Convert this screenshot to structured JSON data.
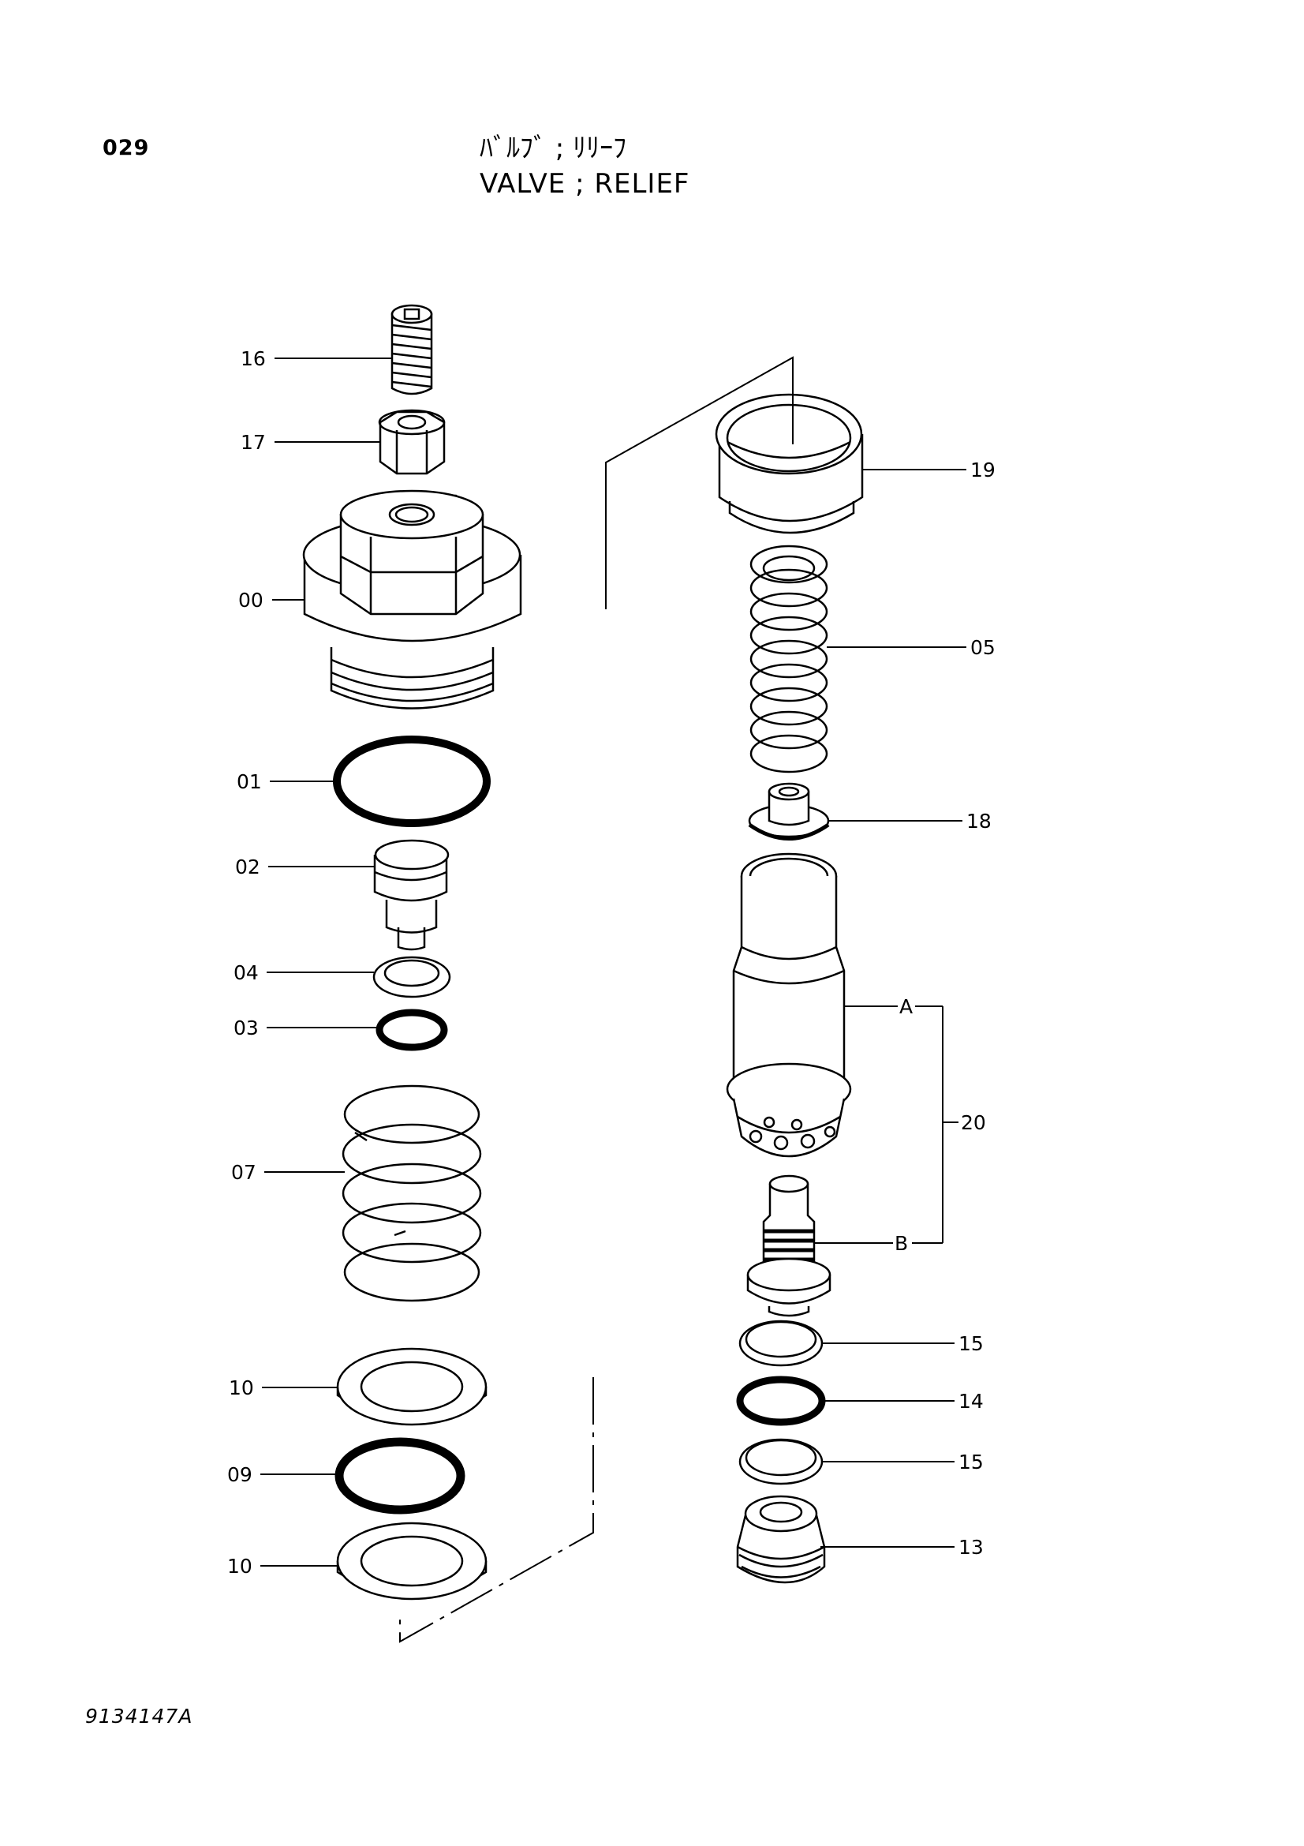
{
  "header": {
    "page_number": "029",
    "title_jp": "ﾊﾞﾙﾌﾞ ; ﾘﾘｰﾌ",
    "title_en": "VALVE ; RELIEF"
  },
  "footer": {
    "drawing_code": "9134147A"
  },
  "callouts": {
    "c16": "16",
    "c17": "17",
    "c00": "00",
    "c01": "01",
    "c02": "02",
    "c04": "04",
    "c03": "03",
    "c07": "07",
    "c10a": "10",
    "c09": "09",
    "c10b": "10",
    "c19": "19",
    "c05": "05",
    "c18": "18",
    "cA": "A",
    "c20": "20",
    "cB": "B",
    "c15a": "15",
    "c14": "14",
    "c15b": "15",
    "c13": "13"
  }
}
